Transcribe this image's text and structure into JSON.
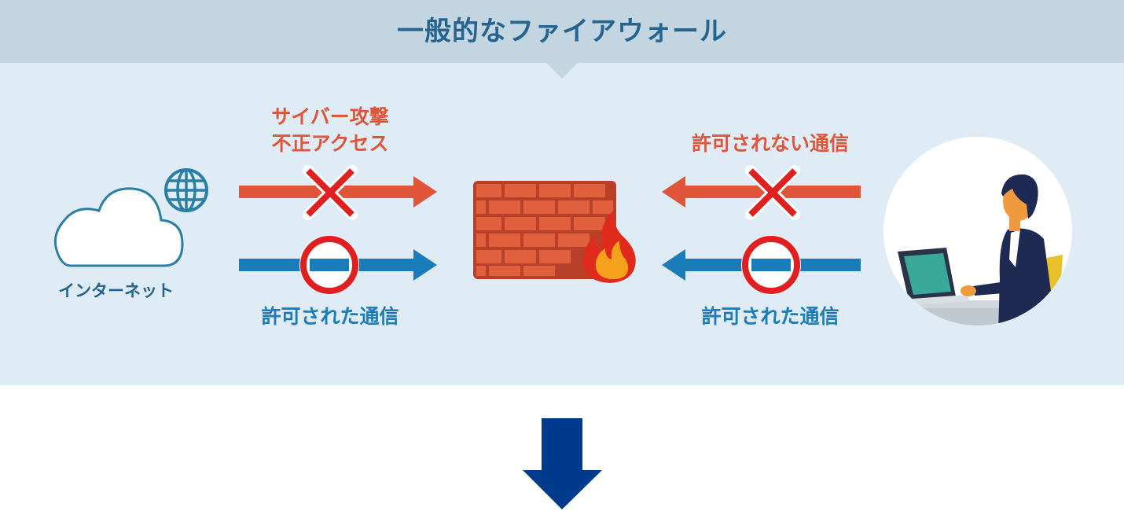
{
  "title": "一般的なファイアウォール",
  "internet": {
    "label": "インターネット",
    "icons": [
      "cloud-icon",
      "globe-icon"
    ]
  },
  "left": {
    "blocked_label_line1": "サイバー攻撃",
    "blocked_label_line2": "不正アクセス",
    "allowed_label": "許可された通信"
  },
  "right": {
    "blocked_label": "許可されない通信",
    "allowed_label": "許可された通信"
  },
  "firewall": {
    "icons": [
      "brick-wall-icon",
      "fire-icon"
    ]
  },
  "user": {
    "icons": [
      "person-at-laptop-icon"
    ]
  },
  "colors": {
    "header_bg": "#c3d5e0",
    "panel_bg": "#e0ecf5",
    "title": "#24648f",
    "blocked": "#e0543a",
    "allowed": "#1a7cb8",
    "cross": "#e02020",
    "down_arrow": "#003a8c"
  }
}
